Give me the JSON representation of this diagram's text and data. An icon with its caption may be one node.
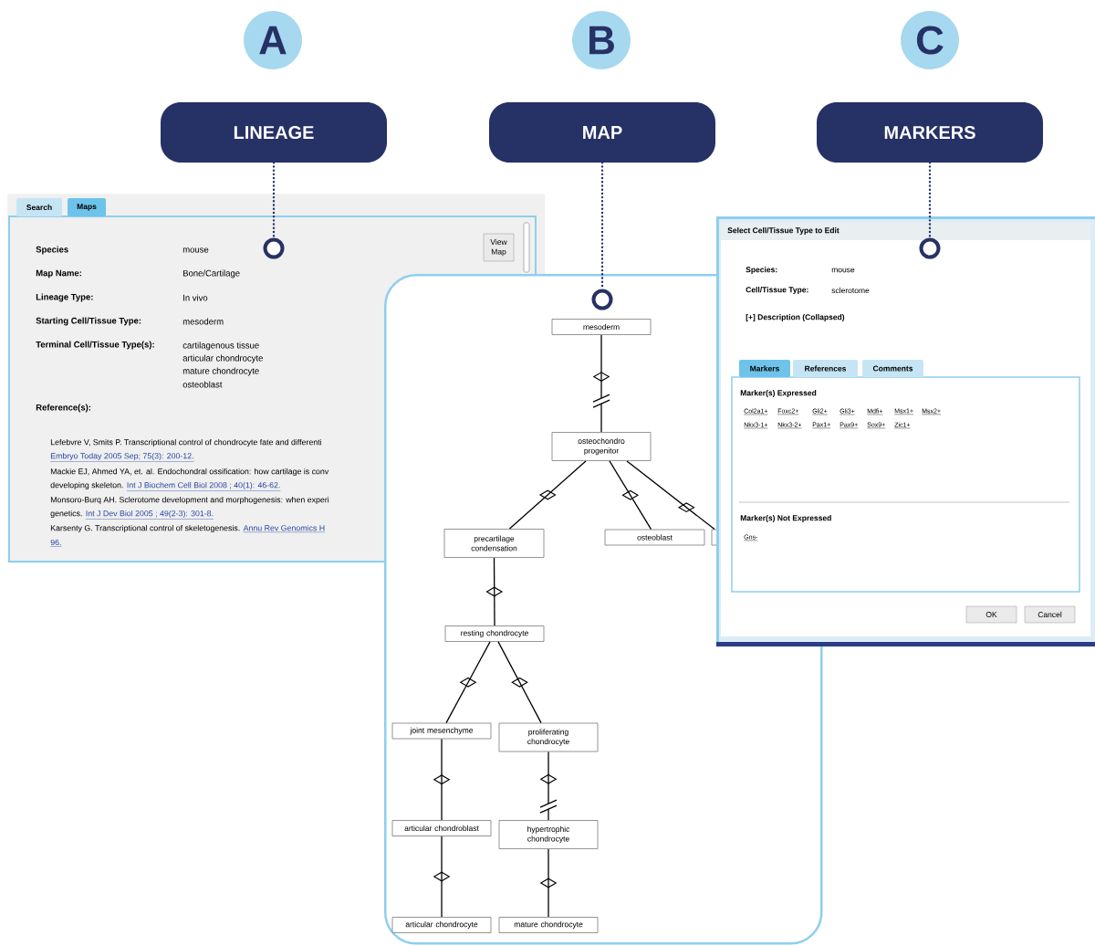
{
  "diagram": {
    "nodes": [
      {
        "text": [
          "A"
        ]
      },
      {
        "text": [
          "B"
        ]
      },
      {
        "text": [
          "C"
        ]
      },
      {
        "text": [
          "LINEAGE"
        ]
      },
      {
        "text": [
          "MAP"
        ]
      },
      {
        "text": [
          "MARKERS"
        ]
      },
      {
        "text": [
          "Search",
          "Maps",
          "Species",
          "mouse",
          "View Map",
          "Map Name:",
          "Bone/Cartilage",
          "Lineage Type:",
          "In vivo",
          "Starting Cell/Tissue Type:",
          "mesoderm",
          "Terminal Cell/Tissue Type(s):",
          "cartilagenous tissue",
          "articular chondrocyte",
          "mature chondrocyte",
          "osteoblast",
          "Reference(s):",
          "Lefebvre V, Smits P. Transcriptional control of chondrocyte fate and differenti",
          "Embryo Today 2005 Sep; 75(3): 200-12.",
          "Mackie EJ, Ahmed YA, et. al. Endochondral ossification: how cartilage is conv",
          "developing skeleton.",
          "Int J Biochem Cell Biol 2008 ; 40(1): 46-62.",
          "Monsoro-Burq AH. Sclerotome development and morphogenesis: when experi",
          "genetics.",
          "Int J Dev Biol 2005 ; 49(2-3): 301-8.",
          "Karsenty G. Transcriptional control of skeletogenesis.",
          "Annu Rev Genomics H",
          "96."
        ]
      },
      {
        "text": [],
        "shape": "circle",
        "in": 6
      },
      {
        "text": [],
        "shape": "box"
      },
      {
        "text": [],
        "shape": "circle",
        "in": 8
      },
      {
        "text": [
          "mesoderm"
        ],
        "in": 8
      },
      {
        "text": [
          "osteochondro progenitor"
        ],
        "in": 8
      },
      {
        "text": [
          "precartilage condensation"
        ]
      },
      {
        "text": [
          "osteoblast"
        ],
        "in": 8
      },
      {
        "text": [],
        "shape": "box",
        "in": 8
      },
      {
        "text": [
          "resting chondrocyte"
        ],
        "in": 8
      },
      {
        "text": [
          "joint mesenchyme"
        ],
        "in": 8
      },
      {
        "text": [
          "proliferating chondrocyte"
        ],
        "in": 8
      },
      {
        "text": [
          "articular chondroblast"
        ],
        "in": 8
      },
      {
        "text": [
          "hypertrophic chondrocyte"
        ],
        "in": 8
      },
      {
        "text": [
          "articular chondrocyte"
        ],
        "in": 8
      },
      {
        "text": [
          "mature chondrocyte"
        ],
        "in": 8
      },
      {
        "text": [
          "Select Cell/Tissue Type to Edit",
          "Species:",
          "mouse",
          "Cell/Tissue Type:",
          "sclerotome",
          "[+] Description (Collapsed)",
          "Markers",
          "References",
          "Comments",
          "Marker(s) Expressed",
          "Col2a1+",
          "Foxc2+",
          "Gli2+",
          "Gli3+",
          "Mdfi+",
          "Msx1+",
          "Msx2+",
          "Nkx3-1+",
          "Nkx3-2+",
          "Pax1+",
          "Pax9+",
          "Sox9+",
          "Zic1+",
          "Marker(s) Not Expressed",
          "Gns-",
          "OK",
          "Cancel"
        ]
      },
      {
        "text": [],
        "shape": "circle",
        "in": 22
      }
    ],
    "edges": [
      {
        "from": 3,
        "to": 7,
        "arrow": "none",
        "style": "dashed",
        "color": "#263165"
      },
      {
        "from": 4,
        "to": 9,
        "arrow": "none",
        "style": "dashed",
        "color": "#263165"
      },
      {
        "from": 5,
        "to": 23,
        "arrow": "none",
        "style": "dashed",
        "color": "#263165"
      },
      {
        "from": 10,
        "to": 11,
        "arrow": "none"
      },
      {
        "from": 11,
        "to": 12,
        "arrow": "none"
      },
      {
        "from": 11,
        "to": 13,
        "arrow": "none"
      },
      {
        "from": 11,
        "to": 14,
        "arrow": "none"
      },
      {
        "from": 12,
        "to": 15,
        "arrow": "none"
      },
      {
        "from": 15,
        "to": 16,
        "arrow": "none"
      },
      {
        "from": 15,
        "to": 17,
        "arrow": "none"
      },
      {
        "from": 16,
        "to": 18,
        "arrow": "none"
      },
      {
        "from": 17,
        "to": 19,
        "arrow": "none"
      },
      {
        "from": 18,
        "to": 20,
        "arrow": "none"
      },
      {
        "from": 19,
        "to": 21,
        "arrow": "none"
      }
    ]
  }
}
